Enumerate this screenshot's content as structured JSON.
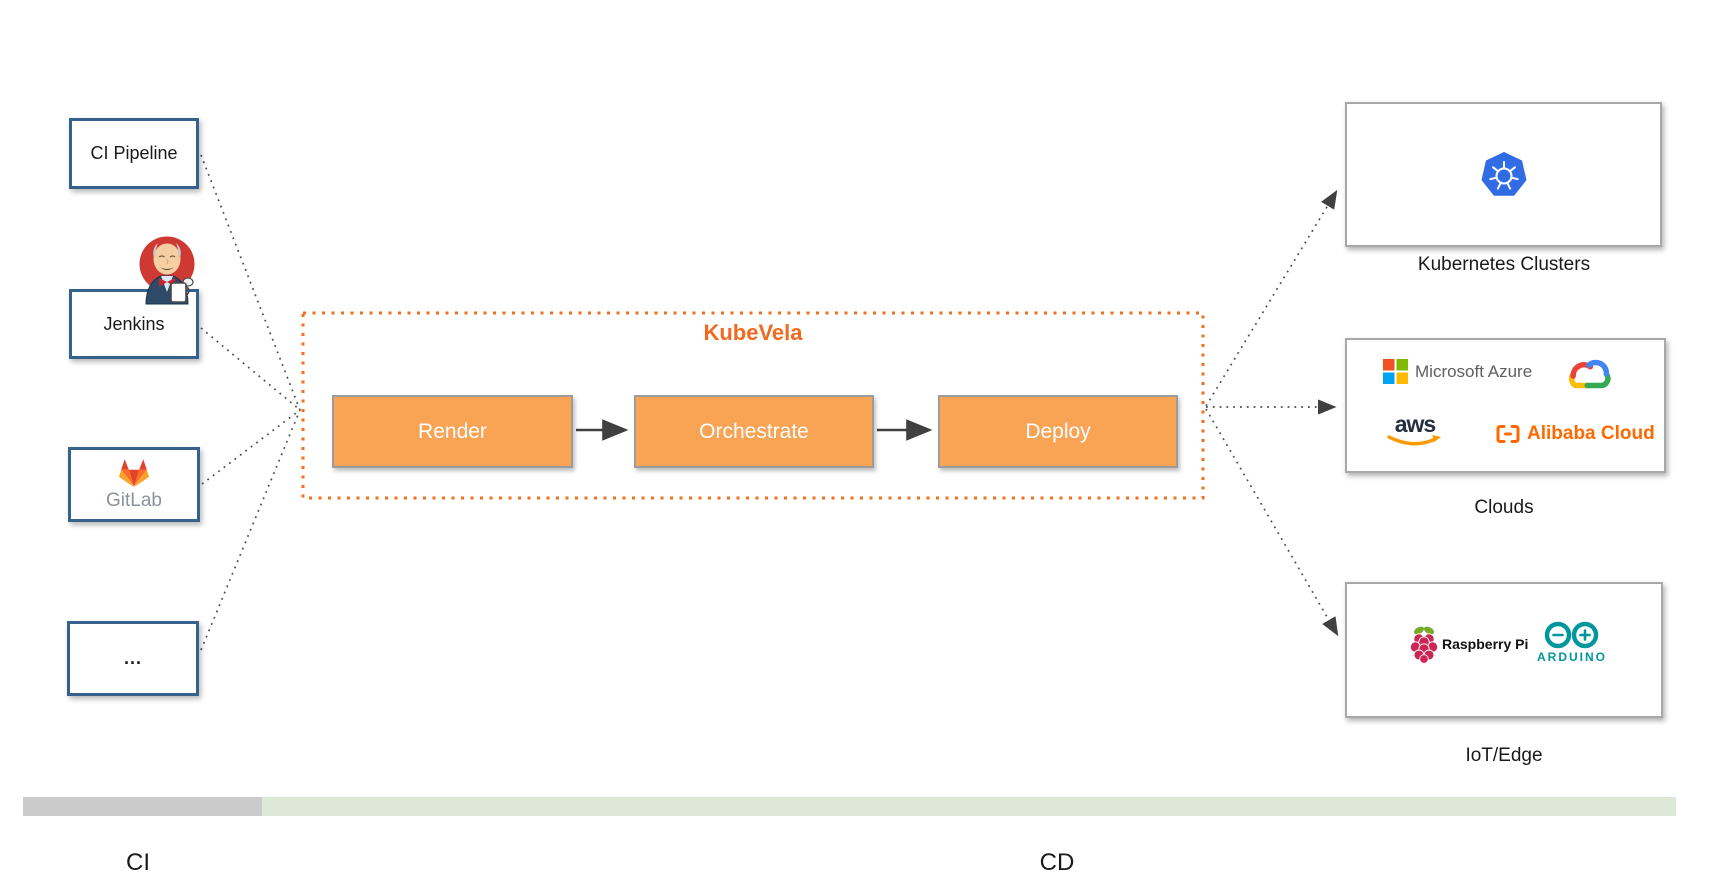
{
  "sources": {
    "ci_pipeline": "CI Pipeline",
    "jenkins": "Jenkins",
    "gitlab": "GitLab",
    "more": "..."
  },
  "kubevela": {
    "title": "KubeVela",
    "steps": {
      "render": "Render",
      "orchestrate": "Orchestrate",
      "deploy": "Deploy"
    }
  },
  "targets": {
    "kubernetes": {
      "label": "Kubernetes Clusters"
    },
    "clouds": {
      "label": "Clouds",
      "azure": "Microsoft Azure",
      "aws": "aws",
      "alibaba": "Alibaba Cloud"
    },
    "iot": {
      "label": "IoT/Edge",
      "raspberry": "Raspberry Pi",
      "arduino": "ARDUINO"
    }
  },
  "footer": {
    "ci": "CI",
    "cd": "CD"
  },
  "colors": {
    "kubevela_orange": "#F2691F",
    "step_fill": "#F9A355",
    "source_border_blue": "#35618C",
    "target_border_gray": "#A8A8A8",
    "bar_gray": "#CBCBCB",
    "bar_green": "#DDE9D6",
    "kubernetes_blue": "#326CE5",
    "alibaba_orange": "#FF6A00",
    "arduino_teal": "#00979C",
    "aws_smile_orange": "#FF9900"
  }
}
